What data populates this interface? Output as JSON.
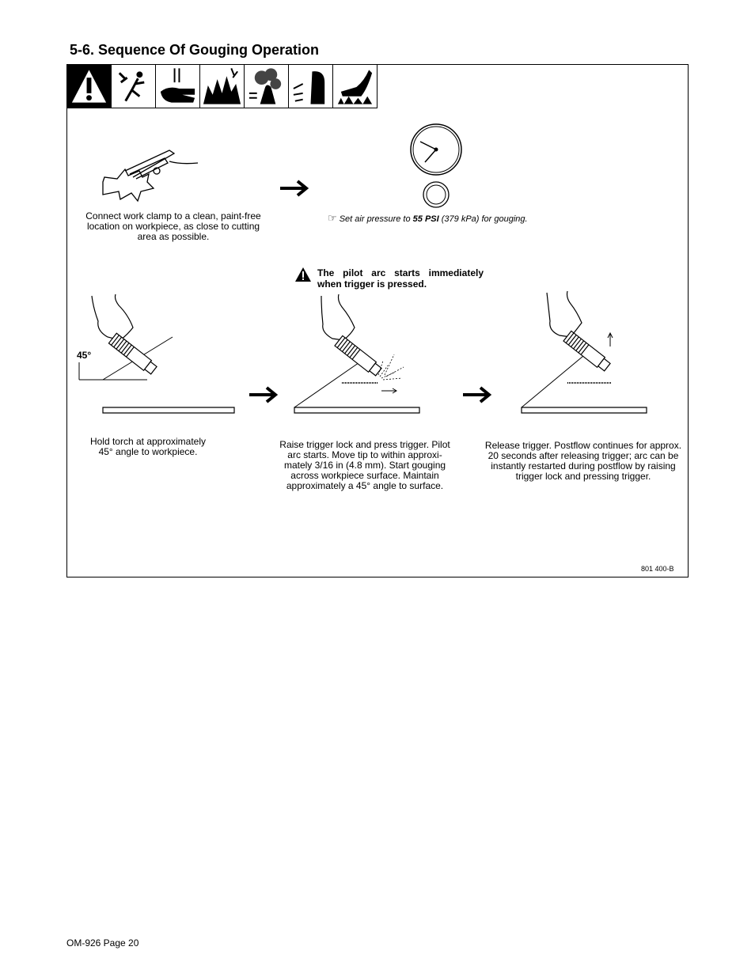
{
  "title": "5-6. Sequence Of Gouging Operation",
  "icons": [
    "warning-icon",
    "electric-shock-icon",
    "hot-parts-icon",
    "fire-sparks-icon",
    "fumes-icon",
    "arc-rays-icon",
    "hot-metal-icon"
  ],
  "step1": {
    "text": "Connect work clamp to a clean, paint-free location on workpiece, as close to cutting area as possible."
  },
  "air_note": {
    "pre": "Set air pressure to ",
    "value": "55 PSI",
    "post": " (379 kPa) for gouging."
  },
  "warning": {
    "text": "The  pilot  arc  starts  immediately when trigger is pressed."
  },
  "angle_label": "45°",
  "step2": {
    "line1": "Hold torch at approximately",
    "line2": "45° angle to workpiece."
  },
  "step3": {
    "text": "Raise trigger lock and press trigger. Pilot arc starts. Move tip to within approxi-mately 3/16 in (4.8 mm). Start gouging across workpiece surface. Maintain approximately a 45° angle to surface."
  },
  "step4": {
    "text": "Release trigger. Postflow continues for approx. 20 seconds after releasing trigger; arc can be instantly restarted during postflow by raising trigger lock and pressing trigger."
  },
  "ref_code": "801 400-B",
  "footer": "OM-926 Page 20"
}
